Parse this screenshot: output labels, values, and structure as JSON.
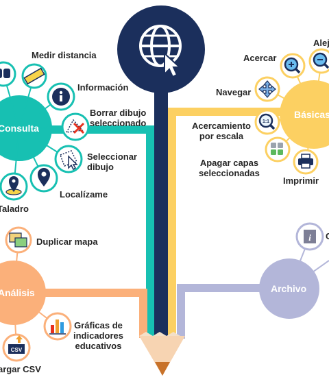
{
  "colors": {
    "navy": "#1b2f5c",
    "teal": "#17c0b2",
    "orange": "#fbb07a",
    "yellow": "#fcd062",
    "lavender": "#b3b6d9",
    "text": "#262626"
  },
  "hubs": {
    "consulta": "Consulta",
    "basicas": "Básicas",
    "analisis": "Análisis",
    "archivo": "Archivo"
  },
  "consulta_items": {
    "medir": "Medir distancia",
    "informacion": "Información",
    "borrar_line1": "Borrar dibujo",
    "borrar_line2": "seleccionado",
    "seleccionar_line1": "Seleccionar",
    "seleccionar_line2": "dibujo",
    "localizame": "Localízame",
    "taladro": "Taladro"
  },
  "basicas_items": {
    "acercar": "Acercar",
    "alejar": "Alej",
    "navegar": "Navegar",
    "escala_line1": "Acercamiento",
    "escala_line2": "por escala",
    "escala_badge": "1:1",
    "apagar_line1": "Apagar capas",
    "apagar_line2": "seleccionadas",
    "imprimir": "Imprimir"
  },
  "analisis_items": {
    "duplicar": "Duplicar mapa",
    "graficas_line1": "Gráficas de",
    "graficas_line2": "indicadores",
    "graficas_line3": "educativos",
    "csv": "argar CSV",
    "csv_badge": "CSV"
  },
  "archivo_items": {
    "partial": "C",
    "info_badge": "i"
  },
  "icons": [
    "globe-cursor-icon",
    "ruler-icon",
    "info-icon",
    "erase-drawing-icon",
    "select-drawing-icon",
    "location-pin-icon",
    "drill-icon",
    "binoculars-icon",
    "zoom-in-icon",
    "zoom-out-icon",
    "navigate-icon",
    "scale-zoom-icon",
    "layers-off-icon",
    "printer-icon",
    "duplicate-map-icon",
    "bar-chart-icon",
    "csv-icon",
    "document-info-icon"
  ]
}
